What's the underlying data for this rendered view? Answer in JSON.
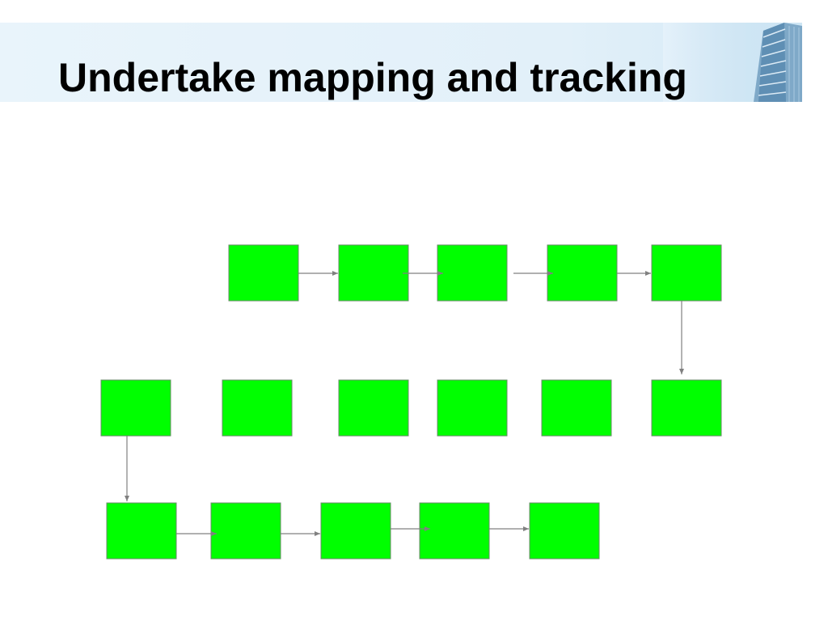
{
  "slide": {
    "title": "Undertake mapping and tracking"
  },
  "colors": {
    "box_fill": "#00ff00",
    "box_stroke": "#6a8a6a",
    "arrow": "#808080",
    "header_band": "#e4f1fa"
  },
  "diagram": {
    "rows": [
      {
        "box_count": 5
      },
      {
        "box_count": 6
      },
      {
        "box_count": 5
      }
    ]
  }
}
